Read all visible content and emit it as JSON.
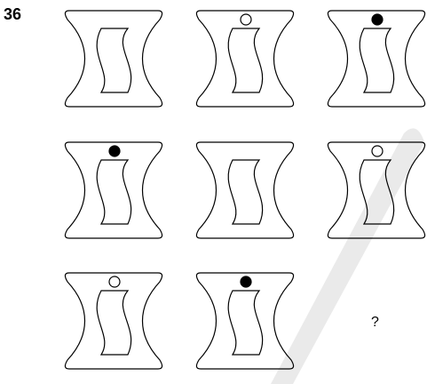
{
  "question_number": "36",
  "answer_placeholder": "?",
  "colors": {
    "stroke": "#000000",
    "watermark": "#d9d9d9"
  },
  "cells": [
    {
      "row": 1,
      "col": 1,
      "inner": "s",
      "dot": "none"
    },
    {
      "row": 1,
      "col": 2,
      "inner": "s",
      "dot": "open"
    },
    {
      "row": 1,
      "col": 3,
      "inner": "s",
      "dot": "filled"
    },
    {
      "row": 2,
      "col": 1,
      "inner": "s",
      "dot": "filled"
    },
    {
      "row": 2,
      "col": 2,
      "inner": "s",
      "dot": "none"
    },
    {
      "row": 2,
      "col": 3,
      "inner": "s",
      "dot": "open"
    },
    {
      "row": 3,
      "col": 1,
      "inner": "s",
      "dot": "open"
    },
    {
      "row": 3,
      "col": 2,
      "inner": "s",
      "dot": "filled"
    }
  ]
}
